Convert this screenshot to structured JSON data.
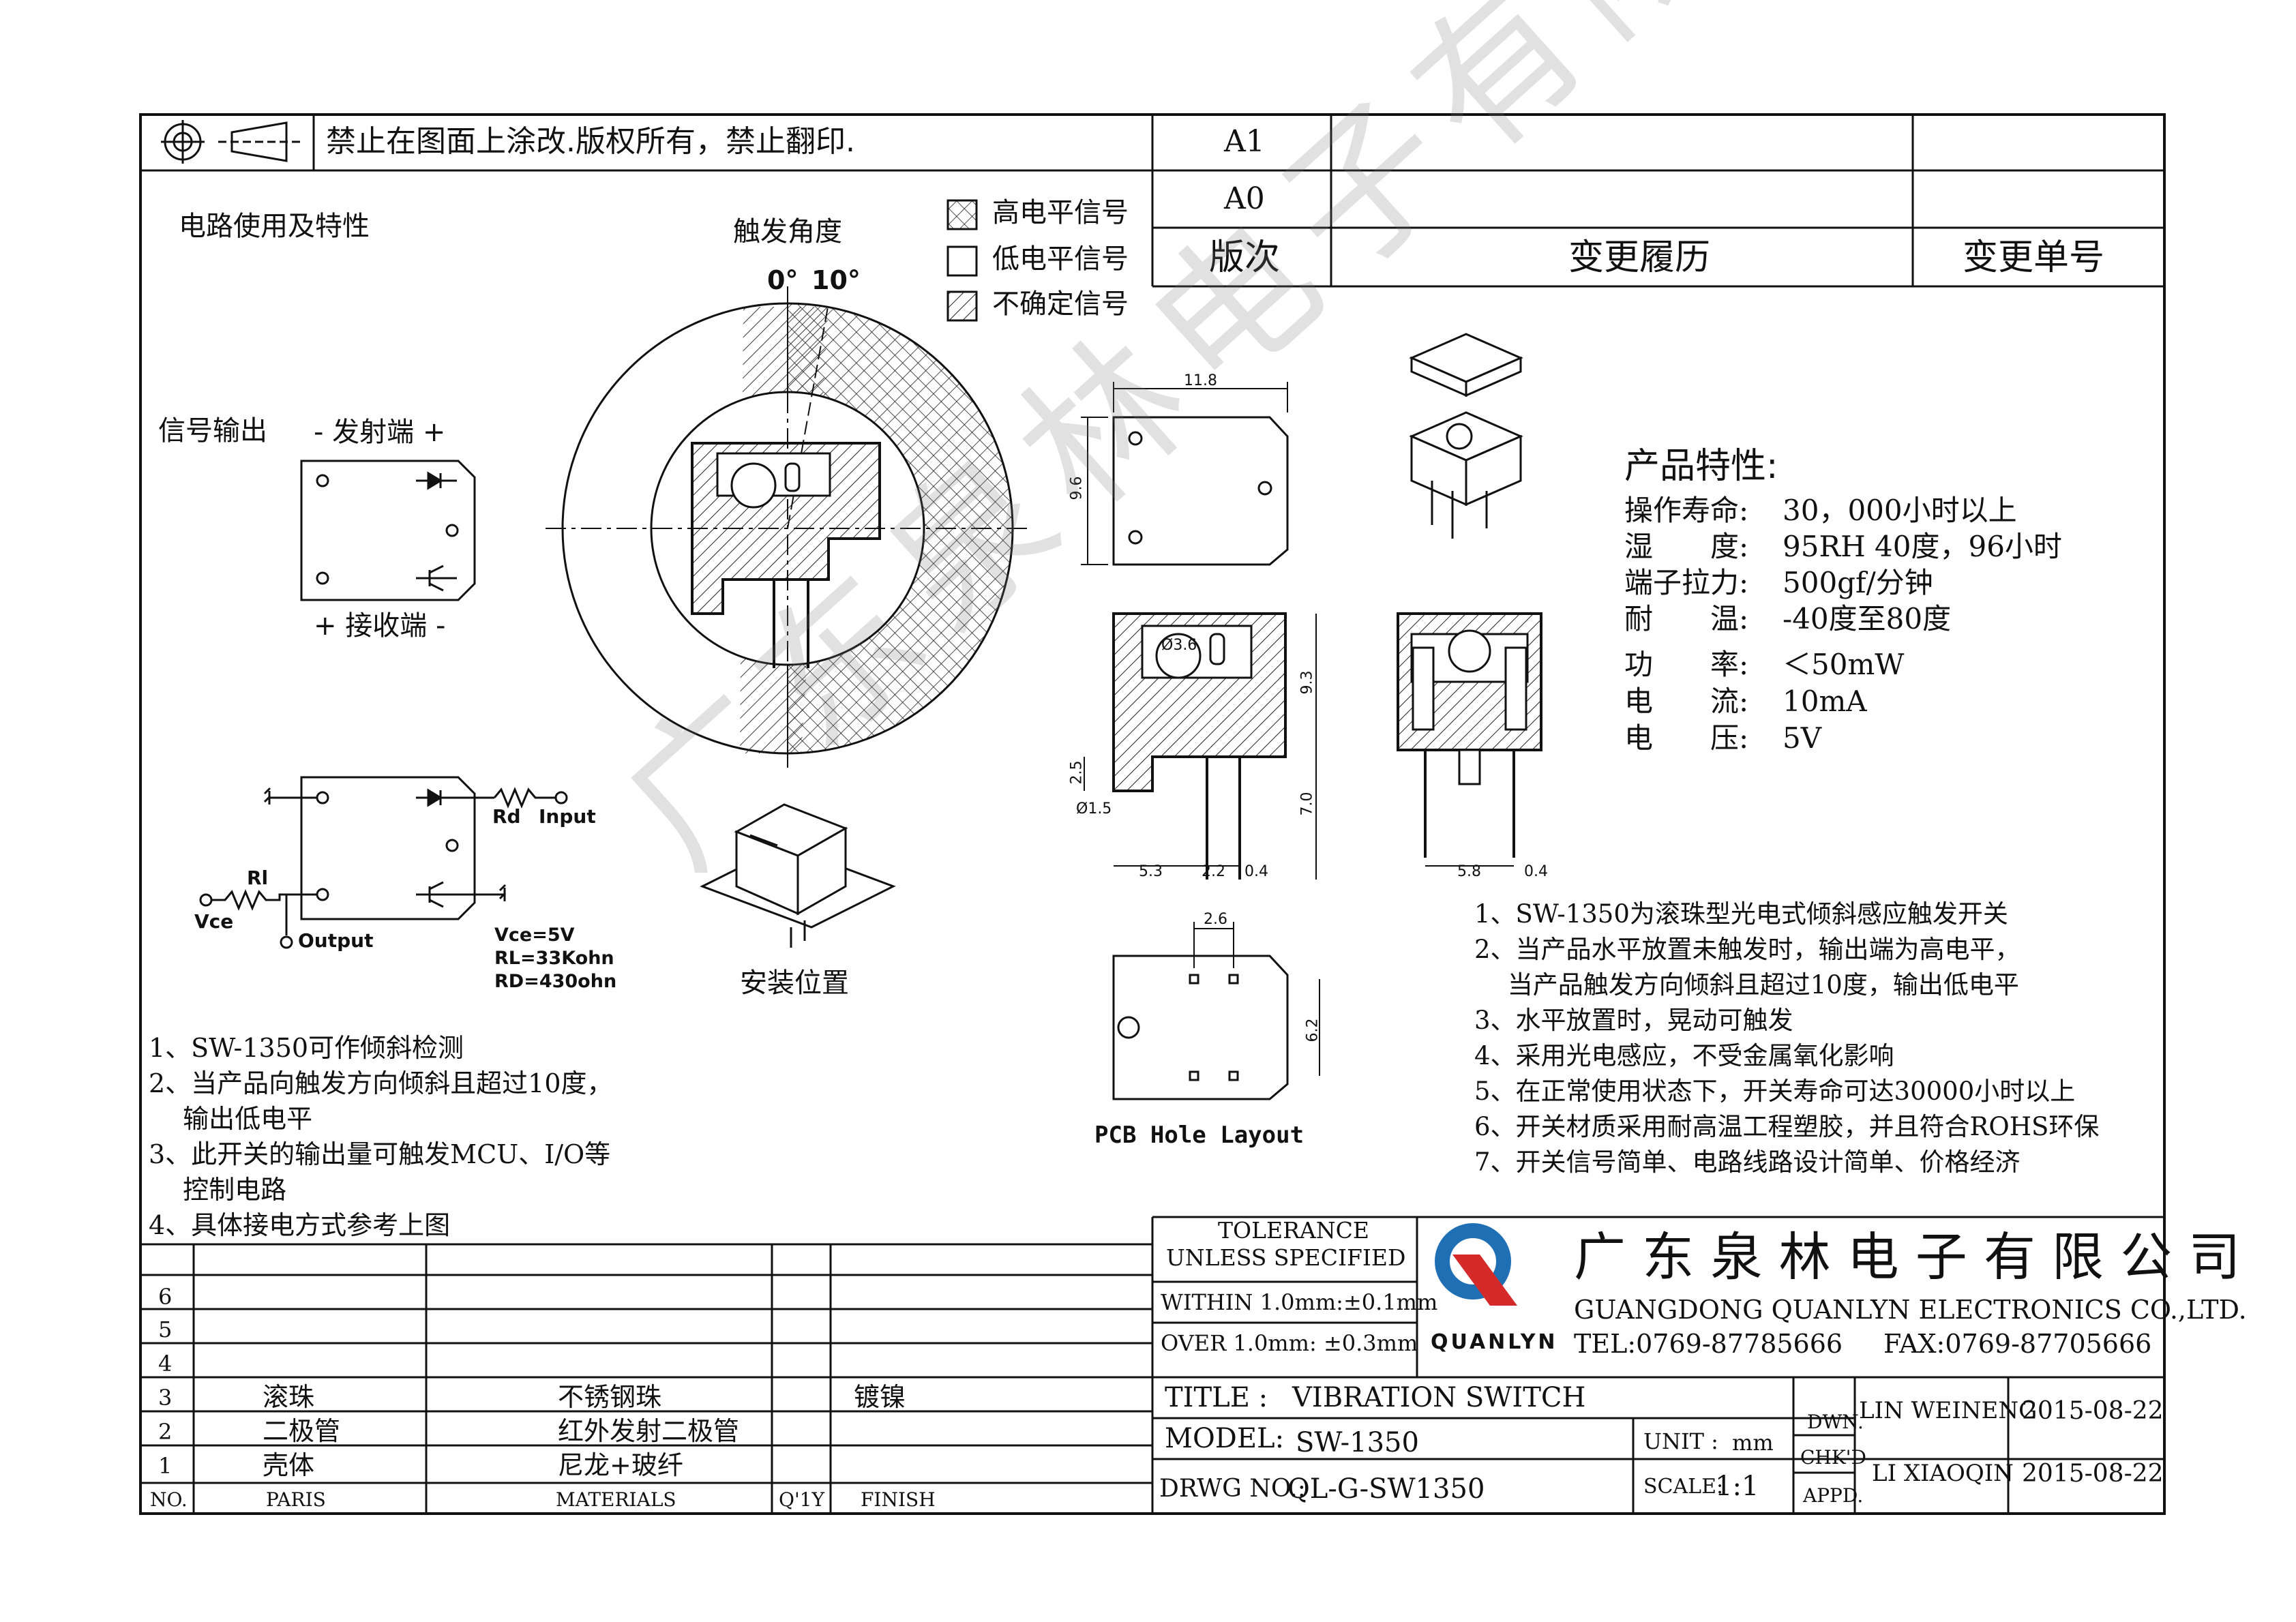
{
  "notice": "禁止在图面上涂改.版权所有，禁止翻印.",
  "revision_table": {
    "rows": [
      "A1",
      "A0"
    ],
    "headers": {
      "version": "版次",
      "history": "变更履历",
      "order": "变更单号"
    }
  },
  "circuit_title": "电路使用及特性",
  "trigger_angle": {
    "title": "触发角度",
    "angle_0": "0°",
    "angle_10": "10°"
  },
  "legend": {
    "high": "高电平信号",
    "low": "低电平信号",
    "uncertain": "不确定信号"
  },
  "signal": {
    "label": "信号输出",
    "emitter": "- 发射端 +",
    "receiver": "+ 接收端 -"
  },
  "circuit2": {
    "rd": "Rd",
    "input": "Input",
    "rl": "Rl",
    "vce": "Vce",
    "output": "Output",
    "spec_vce": "Vce=5V",
    "spec_rl": "RL=33Kohn",
    "spec_rd": "RD=430ohn"
  },
  "install_label": "安装位置",
  "pcb_label": "PCB Hole Layout",
  "dimensions": {
    "w118": "11.8",
    "h96": "9.6",
    "d3": "Ø3.6",
    "h93": "9.3",
    "h25": "2.5",
    "d15": "Ø1.5",
    "h70": "7.0",
    "w53": "5.3",
    "w22": "2.2",
    "w04a": "0.4",
    "w58": "5.8",
    "w04b": "0.4",
    "w26": "2.6",
    "h62": "6.2"
  },
  "product": {
    "title": "产品特性:",
    "specs": [
      {
        "label": "操作寿命:",
        "value": "30，000小时以上"
      },
      {
        "label": "湿　　度:",
        "value": "95RH 40度，96小时"
      },
      {
        "label": "端子拉力:",
        "value": "500gf/分钟"
      },
      {
        "label": "耐　　温:",
        "value": "-40度至80度"
      },
      {
        "label": "功　　率:",
        "value": "＜50mW"
      },
      {
        "label": "电　　流:",
        "value": "10mA"
      },
      {
        "label": "电　　压:",
        "value": "5V"
      }
    ]
  },
  "left_notes": [
    "1、SW-1350可作倾斜检测",
    "2、当产品向触发方向倾斜且超过10度，",
    "　 输出低电平",
    "3、此开关的输出量可触发MCU、I/O等",
    "　 控制电路",
    "4、具体接电方式参考上图"
  ],
  "right_notes": [
    "1、SW-1350为滚珠型光电式倾斜感应触发开关",
    "2、当产品水平放置未触发时，输出端为高电平，",
    "　 当产品触发方向倾斜且超过10度，输出低电平",
    "3、水平放置时，晃动可触发",
    "4、采用光电感应，不受金属氧化影响",
    "5、在正常使用状态下，开关寿命可达30000小时以上",
    "6、开关材质采用耐高温工程塑胶，并且符合ROHS环保",
    "7、开关信号简单、电路线路设计简单、价格经济"
  ],
  "bom": {
    "headers": {
      "no": "NO.",
      "parts": "PARIS",
      "materials": "MATERIALS",
      "qty": "Q'1Y",
      "finish": "FINISH"
    },
    "rows": [
      {
        "no": "6",
        "part": "",
        "material": "",
        "qty": "",
        "finish": ""
      },
      {
        "no": "5",
        "part": "",
        "material": "",
        "qty": "",
        "finish": ""
      },
      {
        "no": "4",
        "part": "",
        "material": "",
        "qty": "",
        "finish": ""
      },
      {
        "no": "3",
        "part": "滚珠",
        "material": "不锈钢珠",
        "qty": "",
        "finish": "镀镍"
      },
      {
        "no": "2",
        "part": "二极管",
        "material": "红外发射二极管",
        "qty": "",
        "finish": ""
      },
      {
        "no": "1",
        "part": "壳体",
        "material": "尼龙+玻纤",
        "qty": "",
        "finish": ""
      }
    ]
  },
  "tolerance": {
    "line1": "TOLERANCE",
    "line2": "UNLESS SPECIFIED",
    "within": "WITHIN 1.0mm:±0.1mm",
    "over": "OVER 1.0mm:  ±0.3mm"
  },
  "company": {
    "name_cn": "广 东 泉 林 电 子 有 限 公 司",
    "name_en": "GUANGDONG QUANLYN ELECTRONICS CO.,LTD.",
    "logo_text": "QUANLYN",
    "tel": "TEL:0769-87785666",
    "fax": "FAX:0769-87705666",
    "watermark": "广东泉林电子有限公司",
    "logo_blue": "#1f6fb5",
    "logo_red": "#d42a2a"
  },
  "title_block": {
    "title_label": "TITLE :",
    "title_value": "VIBRATION SWITCH",
    "model_label": "MODEL:",
    "model_value": "SW-1350",
    "drwg_label": "DRWG NO.:",
    "drwg_value": "QL-G-SW1350",
    "unit_label": "UNIT :",
    "unit_value": "mm",
    "scale_label": "SCALE:",
    "scale_value": "1:1",
    "dwn": "DWN.",
    "chkd": "CHK'D",
    "appd": "APPD.",
    "dwn_name": "LIN WEINENG",
    "dwn_date": "2015-08-22",
    "chk_name": "LI XIAOQIN",
    "chk_date": "2015-08-22"
  }
}
